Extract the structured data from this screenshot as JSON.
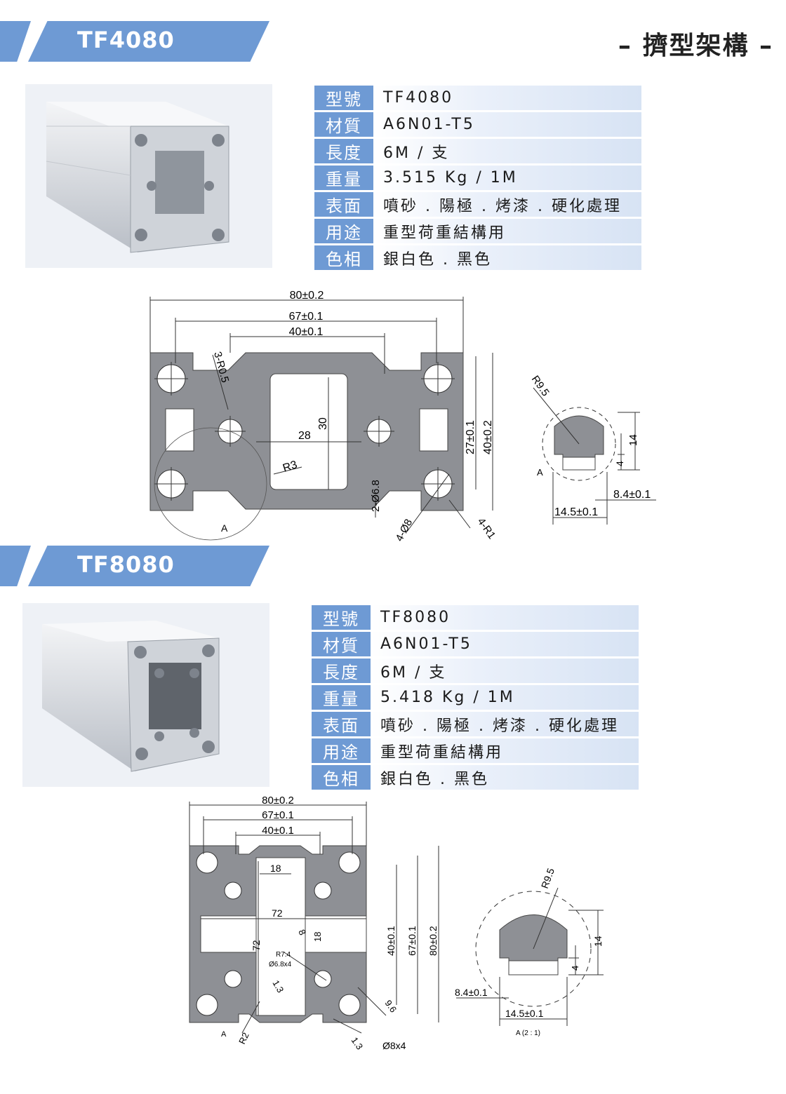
{
  "page_title": "– 擠型架構 –",
  "products": [
    {
      "name": "TF4080",
      "specs": [
        {
          "key": "型號",
          "value": "TF4080"
        },
        {
          "key": "材質",
          "value": "A6N01-T5"
        },
        {
          "key": "長度",
          "value": "6M / 支"
        },
        {
          "key": "重量",
          "value": "3.515 Kg / 1M"
        },
        {
          "key": "表面",
          "value": "噴砂 . 陽極 . 烤漆 . 硬化處理"
        },
        {
          "key": "用途",
          "value": "重型荷重結構用"
        },
        {
          "key": "色相",
          "value": "銀白色 . 黑色"
        }
      ],
      "dims": {
        "w1": "80±0.2",
        "w2": "67±0.1",
        "w3": "40±0.1",
        "r05": "3-R0.5",
        "d28": "28",
        "d30": "30",
        "r3": "R3",
        "h27": "27±0.1",
        "h40": "40±0.2",
        "d68": "2-Ø6.8",
        "d8": "4-Ø8",
        "r1": "4-R1",
        "a": "A",
        "r95": "R9.5",
        "d14": "14",
        "d4": "4",
        "d84": "8.4±0.1",
        "d145": "14.5±0.1"
      }
    },
    {
      "name": "TF8080",
      "specs": [
        {
          "key": "型號",
          "value": "TF8080"
        },
        {
          "key": "材質",
          "value": "A6N01-T5"
        },
        {
          "key": "長度",
          "value": "6M / 支"
        },
        {
          "key": "重量",
          "value": "5.418 Kg / 1M"
        },
        {
          "key": "表面",
          "value": "噴砂 . 陽極 . 烤漆 . 硬化處理"
        },
        {
          "key": "用途",
          "value": "重型荷重結構用"
        },
        {
          "key": "色相",
          "value": "銀白色 . 黑色"
        }
      ],
      "dims": {
        "w1": "80±0.2",
        "w2": "67±0.1",
        "w3": "40±0.1",
        "d18": "18",
        "d72h": "72",
        "d72v": "72",
        "d8": "8",
        "d18b": "18",
        "r74": "R7.4",
        "d68x4": "Ø6.8x4",
        "d13a": "1.3",
        "d13b": "1.3",
        "d96": "9.6",
        "d8x4": "Ø8x4",
        "r2": "R2",
        "a": "A",
        "h40": "40±0.1",
        "h67": "67±0.1",
        "h80": "80±0.2",
        "r95": "R9.5",
        "d14": "14",
        "d4": "4",
        "d84": "8.4±0.1",
        "d145": "14.5±0.1",
        "a21": "A (2 : 1)"
      }
    }
  ]
}
